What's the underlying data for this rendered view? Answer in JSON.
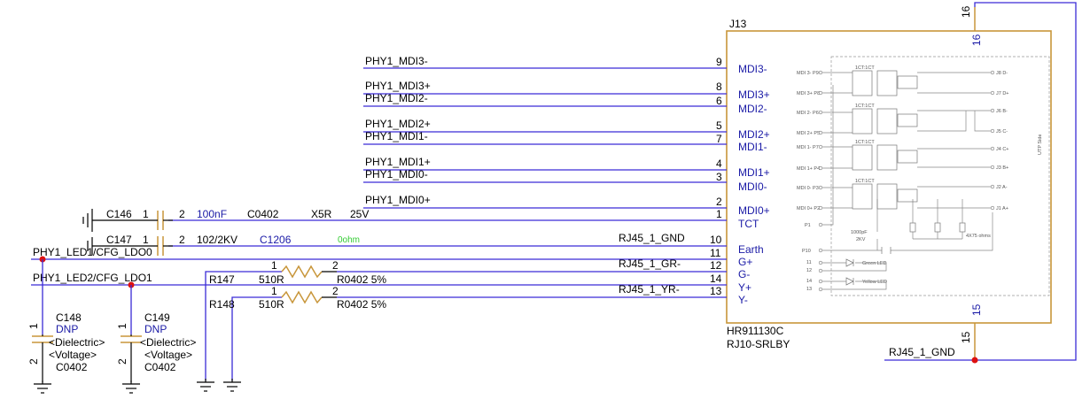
{
  "connector": {
    "ref": "J13",
    "part": "HR911130C",
    "part2": "RJ10-SRLBY",
    "pins_left": [
      {
        "num": "9",
        "label": "MDI3-",
        "net": "PHY1_MDI3-"
      },
      {
        "num": "8",
        "label": "MDI3+",
        "net": "PHY1_MDI3+"
      },
      {
        "num": "6",
        "label": "MDI2-",
        "net": "PHY1_MDI2-"
      },
      {
        "num": "5",
        "label": "MDI2+",
        "net": "PHY1_MDI2+"
      },
      {
        "num": "7",
        "label": "MDI1-",
        "net": "PHY1_MDI1-"
      },
      {
        "num": "4",
        "label": "MDI1+",
        "net": "PHY1_MDI1+"
      },
      {
        "num": "3",
        "label": "MDI0-",
        "net": "PHY1_MDI0-"
      },
      {
        "num": "2",
        "label": "MDI0+",
        "net": "PHY1_MDI0+"
      },
      {
        "num": "1",
        "label": "TCT",
        "net": ""
      },
      {
        "num": "10",
        "label": "Earth",
        "net": "RJ45_1_GND"
      },
      {
        "num": "11",
        "label": "G+",
        "net": ""
      },
      {
        "num": "12",
        "label": "G-",
        "net": "RJ45_1_GR-"
      },
      {
        "num": "14",
        "label": "Y+",
        "net": ""
      },
      {
        "num": "13",
        "label": "Y-",
        "net": "RJ45_1_YR-"
      }
    ],
    "top_pin": "16",
    "bottom_pin": "15",
    "outer_top_pin": "16",
    "outer_bottom_pin": "15",
    "bottom_net": "RJ45_1_GND"
  },
  "inner_diagram": {
    "left_pins": [
      "MDI 3- P9",
      "MDI 3+ P8",
      "MDI 2- P6",
      "MDI 2+ P5",
      "MDI 1- P7",
      "MDI 1+ P4",
      "MDI 0- P3",
      "MDI 0+ P2",
      "P1"
    ],
    "right_pins": [
      "J8 D-",
      "J7 D+",
      "J6 B-",
      "J5 C-",
      "J4 C+",
      "J3 B+",
      "J2 A-",
      "J1 A+"
    ],
    "transformer_label": "1CT:1CT",
    "side_label": "UTP Side",
    "cap_value": "1000pF",
    "cap_voltage": "2KV",
    "resistor_label": "4X75 ohms",
    "p10": "P10",
    "led_pins": [
      {
        "pin": "11",
        "led": "Green LED"
      },
      {
        "pin": "12",
        "led": ""
      },
      {
        "pin": "14",
        "led": "Yellow LED"
      },
      {
        "pin": "13",
        "led": ""
      }
    ]
  },
  "caps_top": [
    {
      "ref": "C146",
      "pin1": "1",
      "pin2": "2",
      "value": "100nF",
      "package": "C0402",
      "dielectric": "X5R",
      "voltage": "25V"
    },
    {
      "ref": "C147",
      "pin1": "1",
      "pin2": "2",
      "value": "102/2KV",
      "package": "C1206",
      "extra": "0ohm"
    }
  ],
  "resistors": [
    {
      "ref": "R147",
      "pin1": "1",
      "pin2": "2",
      "value": "510R",
      "package": "R0402 5%"
    },
    {
      "ref": "R148",
      "pin1": "1",
      "pin2": "2",
      "value": "510R",
      "package": "R0402 5%"
    }
  ],
  "nets_left": [
    "PHY1_LED1/CFG_LDO0",
    "PHY1_LED2/CFG_LDO1"
  ],
  "caps_bottom": [
    {
      "ref": "C148",
      "status": "DNP",
      "dielectric": "<Dielectric>",
      "voltage": "<Voltage>",
      "package": "C0402",
      "pin1": "1",
      "pin2": "2"
    },
    {
      "ref": "C149",
      "status": "DNP",
      "dielectric": "<Dielectric>",
      "voltage": "<Voltage>",
      "package": "C0402",
      "pin1": "1",
      "pin2": "2"
    }
  ]
}
